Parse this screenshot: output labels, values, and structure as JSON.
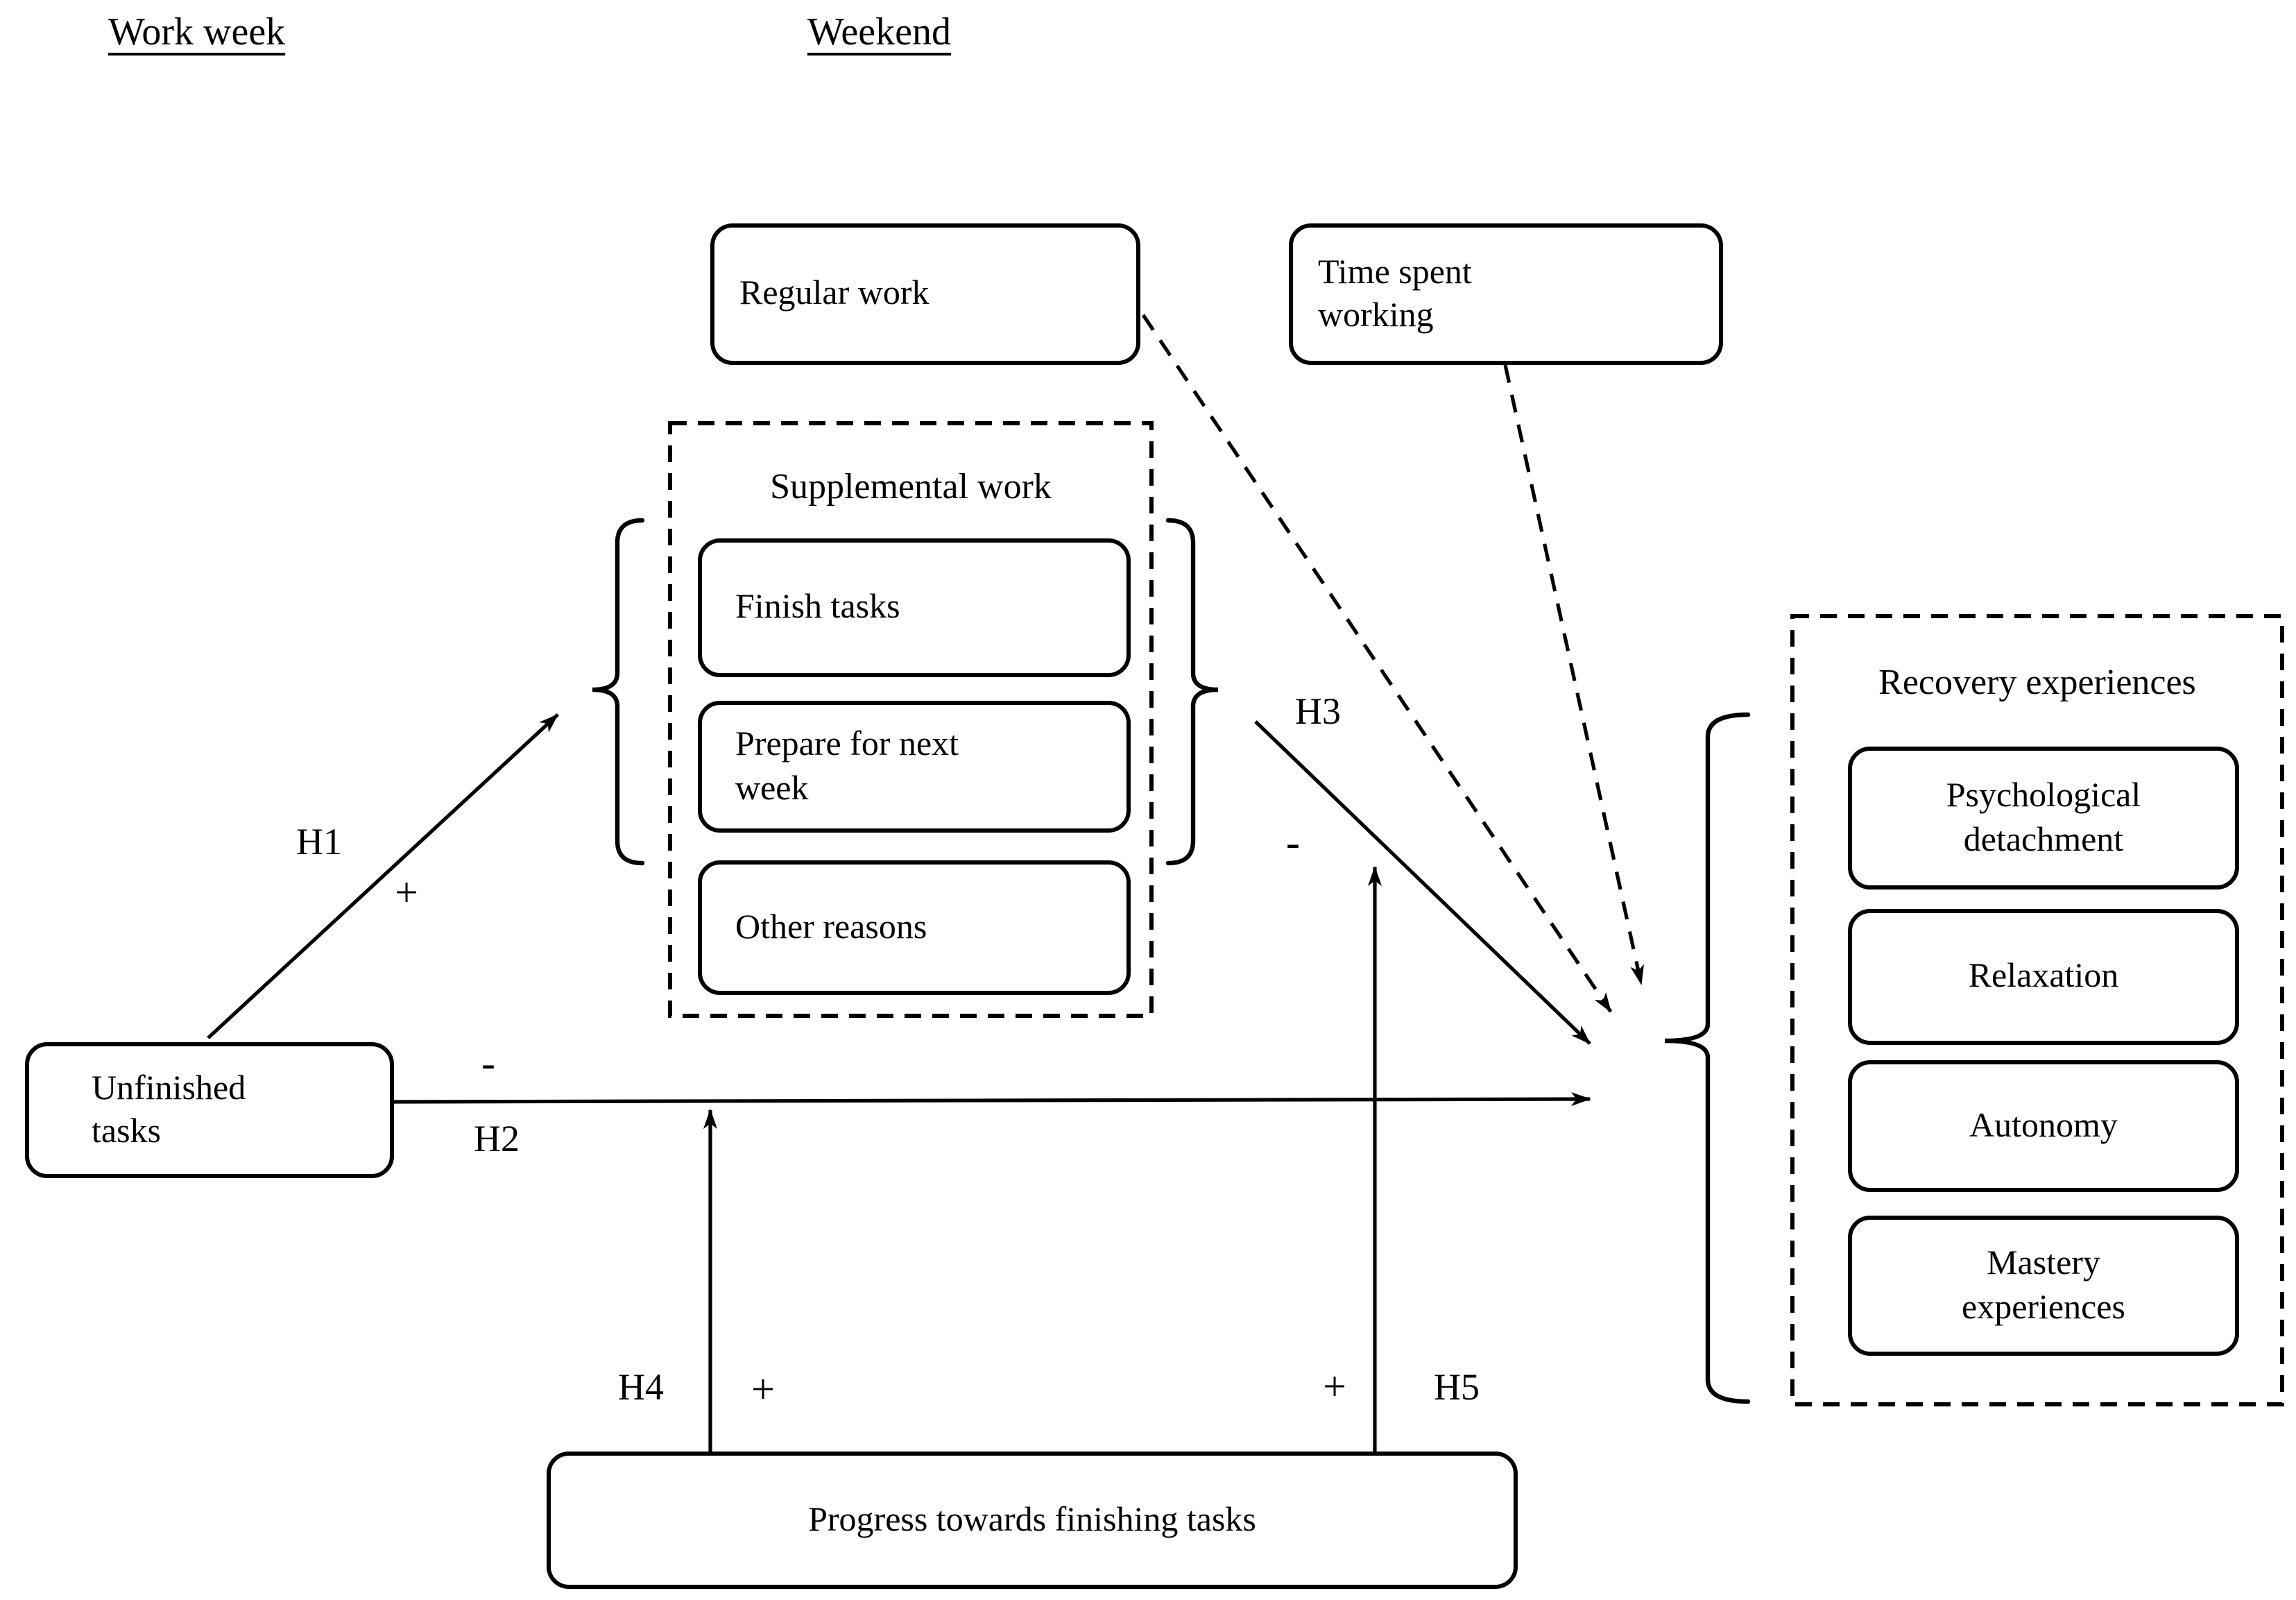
{
  "page": {
    "background": "#ffffff",
    "ink": "#000000"
  },
  "headers": {
    "left": "Work week",
    "right": "Weekend"
  },
  "nodes": {
    "regular_work": {
      "label": "Regular work"
    },
    "time_spent_working": {
      "label": "Time spent working"
    },
    "unfinished_tasks": {
      "label": "Unfinished tasks"
    },
    "progress": {
      "label": "Progress towards finishing tasks"
    }
  },
  "groups": {
    "supplemental_work": {
      "title": "Supplemental work",
      "items": [
        {
          "label": "Finish tasks"
        },
        {
          "label": "Prepare for next week"
        },
        {
          "label": "Other reasons"
        }
      ]
    },
    "recovery_experiences": {
      "title": "Recovery experiences",
      "items": [
        {
          "label": "Psychological detachment"
        },
        {
          "label": "Relaxation"
        },
        {
          "label": "Autonomy"
        },
        {
          "label": "Mastery experiences"
        }
      ]
    }
  },
  "hypotheses": {
    "h1": {
      "label": "H1",
      "sign": "+"
    },
    "h2": {
      "label": "H2",
      "sign": "-"
    },
    "h3": {
      "label": "H3",
      "sign": "-"
    },
    "h4": {
      "label": "H4",
      "sign": "+"
    },
    "h5": {
      "label": "H5",
      "sign": "+"
    }
  },
  "edges": [
    {
      "id": "h1",
      "from": "unfinished_tasks",
      "to": "supplemental_work",
      "style": "solid"
    },
    {
      "id": "h2",
      "from": "unfinished_tasks",
      "to": "recovery_experiences",
      "style": "solid"
    },
    {
      "id": "h3",
      "from": "supplemental_work",
      "to": "recovery_experiences",
      "style": "solid"
    },
    {
      "id": "h4",
      "from": "progress",
      "to": "h2-path",
      "style": "solid"
    },
    {
      "id": "h5",
      "from": "progress",
      "to": "h3-path",
      "style": "solid"
    },
    {
      "id": "control-regular-work",
      "from": "regular_work",
      "to": "recovery_experiences",
      "style": "dashed"
    },
    {
      "id": "control-time-spent-working",
      "from": "time_spent_working",
      "to": "recovery_experiences",
      "style": "dashed"
    }
  ]
}
